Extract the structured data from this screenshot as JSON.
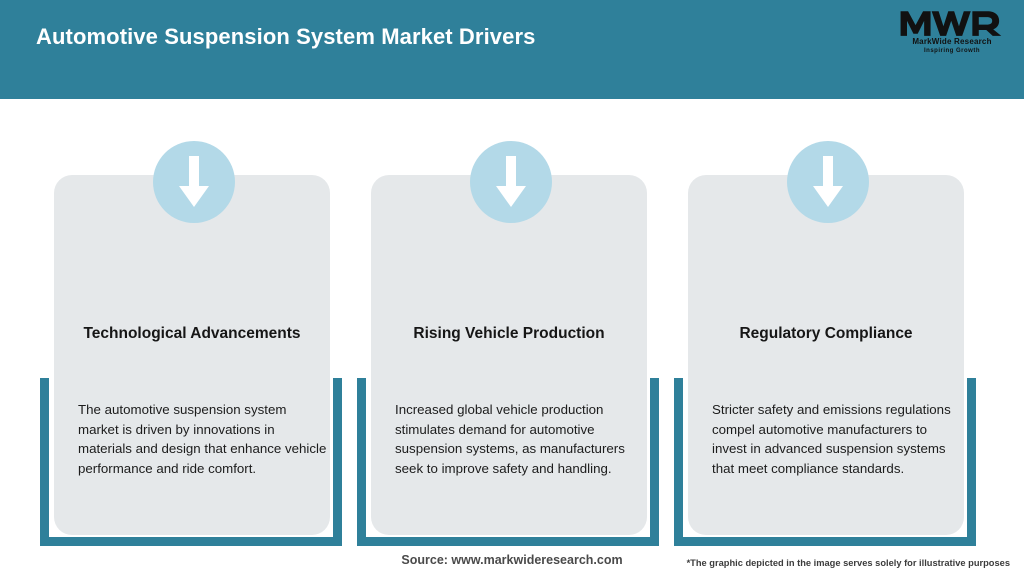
{
  "header": {
    "title": "Automotive Suspension System Market Drivers",
    "background_color": "#2f809a",
    "title_color": "#ffffff",
    "logo": {
      "mark": "MWR",
      "name": "MarkWide Research",
      "tagline": "Inspiring Growth"
    }
  },
  "theme": {
    "teal": "#2f809a",
    "card_gray": "#e5e8ea",
    "circle_blue": "#b3d9e8",
    "arrow_white": "#ffffff",
    "page_background": "#ffffff"
  },
  "cards": [
    {
      "icon": "arrow-down-icon",
      "title": "Technological Advancements",
      "body": "The automotive suspension system market is driven by innovations in materials and design that enhance vehicle performance and ride comfort."
    },
    {
      "icon": "arrow-down-icon",
      "title": "Rising Vehicle Production",
      "body": "Increased global vehicle production stimulates demand for automotive suspension systems, as manufacturers seek to improve safety and handling."
    },
    {
      "icon": "arrow-down-icon",
      "title": "Regulatory Compliance",
      "body": "Stricter safety and emissions regulations compel automotive manufacturers to invest in advanced suspension systems that meet compliance standards."
    }
  ],
  "footer": {
    "source": "Source: www.markwideresearch.com",
    "disclaimer": "*The graphic depicted in the image serves solely for illustrative purposes"
  }
}
